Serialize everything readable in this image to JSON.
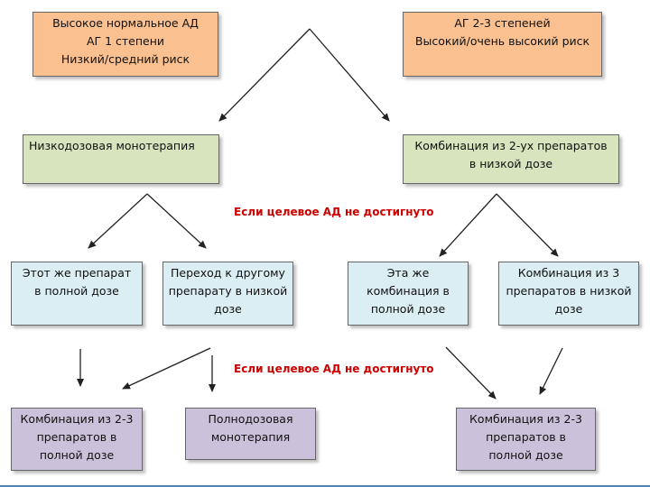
{
  "boxes": {
    "high_normal": [
      "Высокое нормальное АД",
      "АГ 1 степени",
      "Низкий/средний риск"
    ],
    "ag23": [
      "АГ 2-3 степеней",
      "Высокий/очень высокий риск"
    ],
    "low_mono": [
      "Низкодозовая монотерапия"
    ],
    "combo2_low": [
      "Комбинация из 2-ух препаратов",
      "в низкой дозе"
    ],
    "same_drug": [
      "Этот же препарат",
      "в полной дозе"
    ],
    "switch_drug": [
      "Переход к другому",
      "препарату в низкой",
      "дозе"
    ],
    "same_combo": [
      "Эта же",
      "комбинация в",
      "полной дозе"
    ],
    "combo3_low": [
      "Комбинация из 3",
      "препаратов в низкой",
      "дозе"
    ],
    "combo23_full_left": [
      "Комбинация из 2-3",
      "препаратов в",
      "полной дозе"
    ],
    "full_mono": [
      "Полнодозовая",
      "монотерапия"
    ],
    "combo23_full_right": [
      "Комбинация из 2-3",
      "препаратов в",
      "полной дозе"
    ]
  },
  "notes": {
    "first": "Если целевое АД не достигнуто",
    "second": "Если целевое АД не достигнуто"
  },
  "colors": {
    "orange": "#fac090",
    "green": "#d7e4bd",
    "blue": "#dbeef4",
    "purple": "#ccc1da",
    "note": "#cc0000"
  }
}
